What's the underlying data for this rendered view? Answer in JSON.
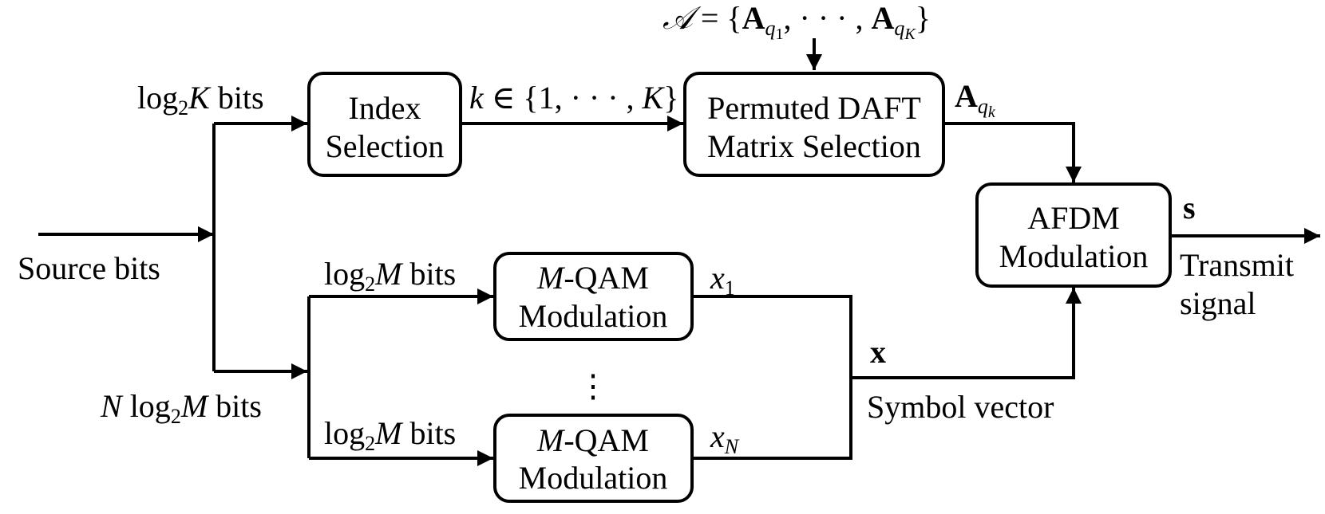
{
  "blocks": {
    "index_selection": {
      "line1": "Index",
      "line2": "Selection"
    },
    "permuted_daft": {
      "line1": "Permuted DAFT",
      "line2": "Matrix Selection"
    },
    "afdm": {
      "line1": "AFDM",
      "line2": "Modulation"
    },
    "qam_top": {
      "var": "M",
      "line1_rest": "-QAM",
      "line2": "Modulation"
    },
    "qam_bottom": {
      "var": "M",
      "line1_rest": "-QAM",
      "line2": "Modulation"
    }
  },
  "labels": {
    "source_bits": "Source bits",
    "log2k_bits": {
      "fn": "log",
      "base": "2",
      "var": "K",
      "rest": " bits"
    },
    "nlog2m_bits": {
      "pre": "N",
      "fn": " log",
      "base": "2",
      "var": "M",
      "rest": " bits"
    },
    "log2m_bits_top": {
      "fn": "log",
      "base": "2",
      "var": "M",
      "rest": " bits"
    },
    "log2m_bits_bottom": {
      "fn": "log",
      "base": "2",
      "var": "M",
      "rest": " bits"
    },
    "index_set": {
      "k": "k",
      "mid": " ∈ {1, · · · , ",
      "K": "K",
      "end": "}"
    },
    "alphabet_set": {
      "A": "𝒜",
      "eq": " = {",
      "A1": "A",
      "q1": "q",
      "q1s": "1",
      "mid": ", · · · , ",
      "AK": "A",
      "qK": "q",
      "qKs": "K",
      "end": "}"
    },
    "a_qk": {
      "A": "A",
      "q": "q",
      "k": "k"
    },
    "x1": {
      "x": "x",
      "sub": "1"
    },
    "xN": {
      "x": "x",
      "sub": "N"
    },
    "x_vec": "x",
    "symbol_vector": "Symbol vector",
    "s_vec": "s",
    "transmit_line1": "Transmit",
    "transmit_line2": "signal",
    "vdots": "⋮"
  }
}
